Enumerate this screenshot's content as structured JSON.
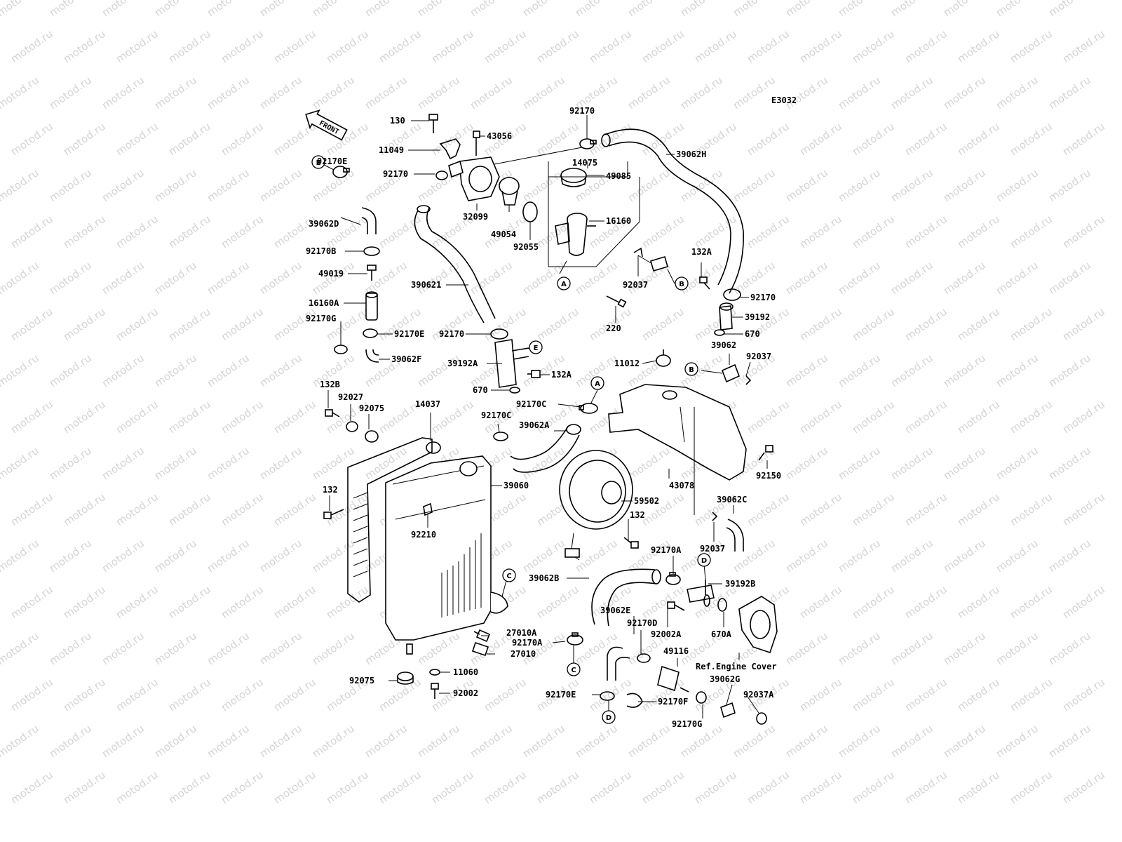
{
  "diagram_code": "E3032",
  "watermark_text": "motod.ru",
  "front_arrow_label": "FRONT",
  "ref_note": "Ref.Engine Cover",
  "reference_letters": {
    "A": "A",
    "B": "B",
    "C": "C",
    "D": "D",
    "E": "E"
  },
  "part_labels": {
    "p130": "130",
    "p11049": "11049",
    "p43056": "43056",
    "p92170_top": "92170",
    "p39062H": "39062H",
    "p14075": "14075",
    "p92170E_top": "92170E",
    "p92170_hose": "92170",
    "p32099": "32099",
    "p49085": "49085",
    "p16160": "16160",
    "p39062D": "39062D",
    "p49054": "49054",
    "p92055": "92055",
    "p92170B": "92170B",
    "p132A_top": "132A",
    "p49019": "49019",
    "p92037_top": "92037",
    "p92170_right": "92170",
    "p390621": "390621",
    "p16160A": "16160A",
    "p39192": "39192",
    "p92170G_left": "92170G",
    "p220": "220",
    "p670_right": "670",
    "p92170E_mid": "92170E",
    "p92170_mid": "92170",
    "p39062_right": "39062",
    "p92037_right": "92037",
    "p11012": "11012",
    "p39062F": "39062F",
    "p39192A": "39192A",
    "p132A_mid": "132A",
    "p670_mid": "670",
    "p132B": "132B",
    "p92027": "92027",
    "p92075_top": "92075",
    "p14037": "14037",
    "p92170C_a": "92170C",
    "p92170C_b": "92170C",
    "p39062A": "39062A",
    "p92150": "92150",
    "p43078": "43078",
    "p132_left": "132",
    "p39060": "39060",
    "p59502": "59502",
    "p39062C": "39062C",
    "p132_fan": "132",
    "p92210": "92210",
    "p92037_low": "92037",
    "p92170A_right": "92170A",
    "p39062B": "39062B",
    "p39192B": "39192B",
    "p39062E": "39062E",
    "p92170D": "92170D",
    "p92002A": "92002A",
    "p670A": "670A",
    "p27010A": "27010A",
    "p92170A_low": "92170A",
    "p27010": "27010",
    "p49116": "49116",
    "p11060": "11060",
    "p39062G": "39062G",
    "p92075_low": "92075",
    "p92002": "92002",
    "p92170E_low": "92170E",
    "p92170F": "92170F",
    "p92037A": "92037A",
    "p92170G_low": "92170G"
  }
}
